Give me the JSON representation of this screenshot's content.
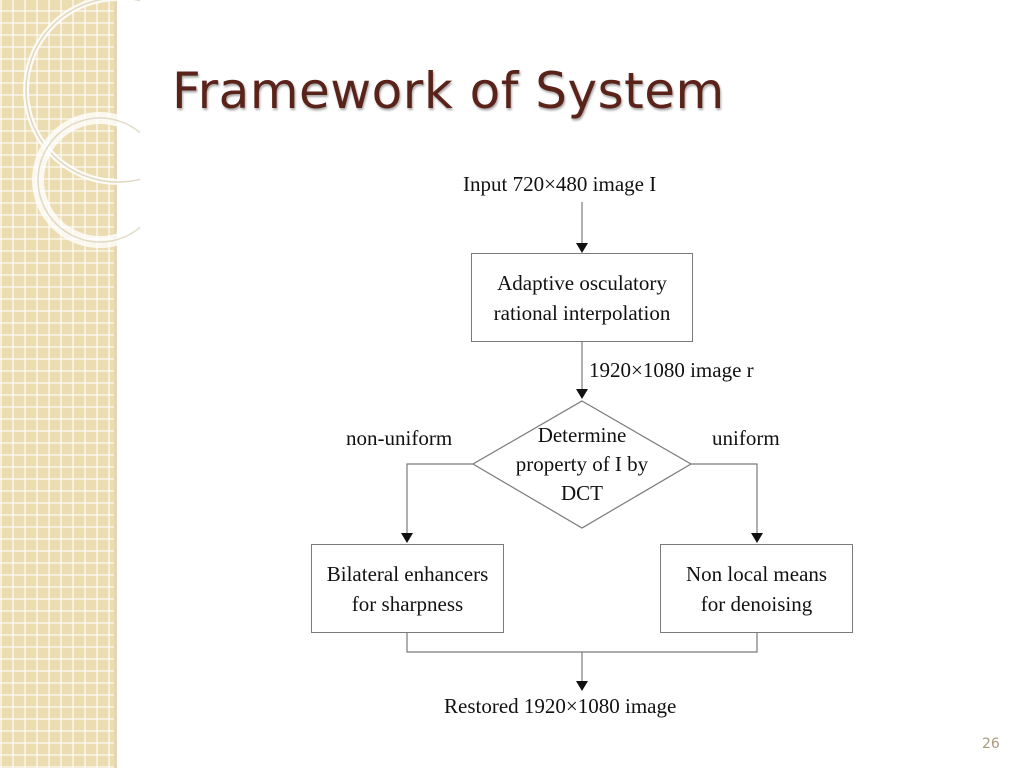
{
  "slide": {
    "title": "Framework of System",
    "page_number": "26"
  },
  "diagram": {
    "input_label": "Input 720×480 image I",
    "box1": {
      "line1": "Adaptive osculatory",
      "line2": "rational interpolation"
    },
    "mid_label": "1920×1080 image r",
    "decision": {
      "line1": "Determine",
      "line2": "property of I by",
      "line3": "DCT"
    },
    "left_branch_label": "non-uniform",
    "right_branch_label": "uniform",
    "left_box": {
      "line1": "Bilateral enhancers",
      "line2": "for sharpness"
    },
    "right_box": {
      "line1": "Non local means",
      "line2": "for denoising"
    },
    "output_label": "Restored 1920×1080 image"
  },
  "colors": {
    "title": "#5a231a",
    "sidebar": "#ecdcb2",
    "lines": "#7a7a7a"
  }
}
